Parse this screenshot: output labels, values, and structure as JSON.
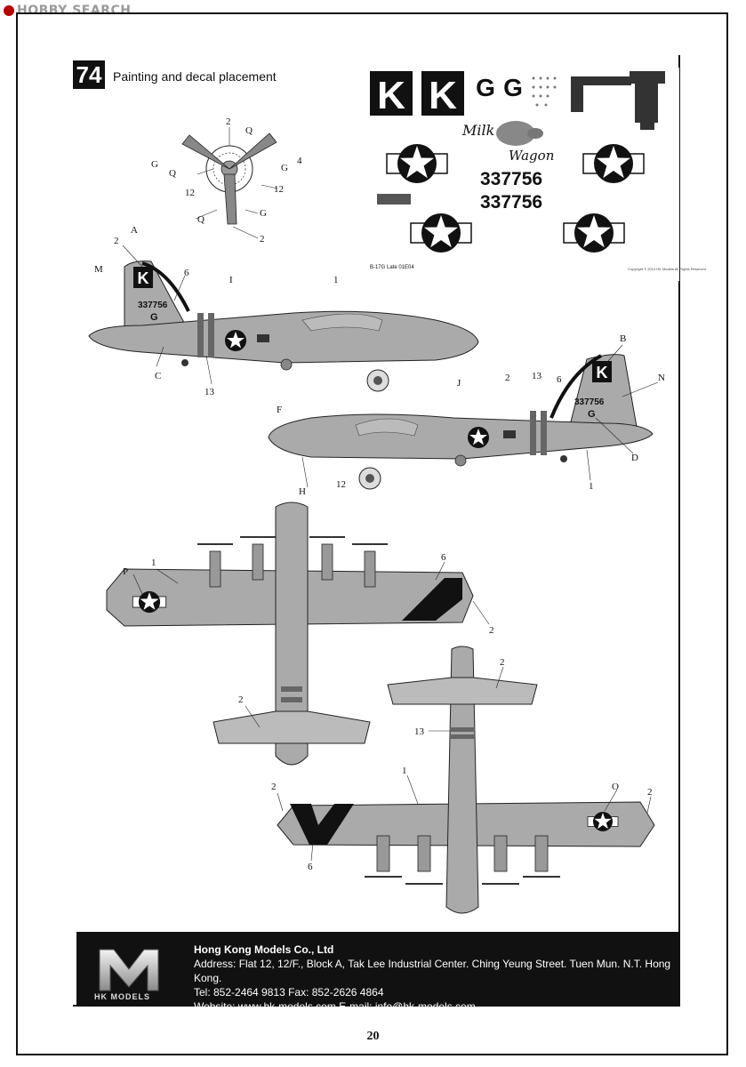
{
  "watermark": "HOBBY SEARCH",
  "step": {
    "number": "74",
    "title": "Painting and decal placement"
  },
  "decal_sheet": {
    "codes": [
      "K",
      "K",
      "G",
      "G"
    ],
    "serials": [
      "337756",
      "337756"
    ],
    "nose_art_lines": [
      "Milk",
      "Wagon"
    ],
    "sheet_label": "B-17G Late 01E04",
    "copyright": "Copyright © 2014 HK Models All Rights Reserved"
  },
  "propeller_callouts": [
    "2",
    "Q",
    "G",
    "G",
    "4",
    "Q",
    "12",
    "12",
    "Q",
    "G",
    "2"
  ],
  "side_view_top": {
    "tail_code": "K",
    "serial": "337756",
    "squadron_letter": "G",
    "callouts": [
      "2",
      "A",
      "M",
      "6",
      "I",
      "1",
      "C",
      "13"
    ]
  },
  "side_view_bottom": {
    "tail_code": "K",
    "serial": "337756",
    "squadron_letter": "G",
    "callouts": [
      "B",
      "F",
      "J",
      "2",
      "13",
      "6",
      "N",
      "D",
      "H",
      "12",
      "1"
    ]
  },
  "top_view_callouts": [
    "P",
    "1",
    "6",
    "2",
    "2"
  ],
  "bottom_view_callouts": [
    "2",
    "13",
    "2",
    "1",
    "O",
    "2",
    "6"
  ],
  "footer": {
    "company": "Hong Kong Models Co., Ltd",
    "address": "Address: Flat 12, 12/F., Block A, Tak Lee Industrial Center. Ching Yeung Street. Tuen Mun. N.T. Hong Kong.",
    "phone_fax": "Tel: 852-2464 9813   Fax: 852-2626 4864",
    "web_email": "Website: www.hk-models.com   E-mail: info@hk-models.com",
    "brand": "HK MODELS"
  },
  "page_number": "20"
}
